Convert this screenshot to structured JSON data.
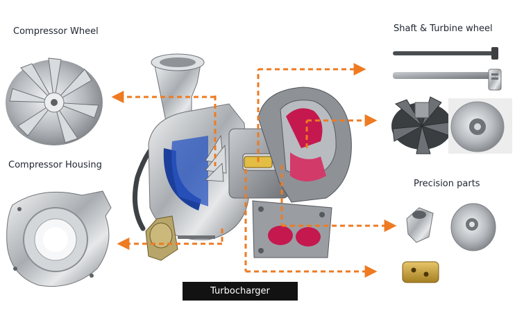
{
  "labels": {
    "compressor_wheel": "Compressor Wheel",
    "compressor_housing": "Compressor Housing",
    "shaft_turbine_wheel": "Shaft & Turbine wheel",
    "precision_parts": "Precision parts"
  },
  "caption": "Turbocharger",
  "colors": {
    "arrow": "#ee7a22",
    "caption_bg": "#121212",
    "housing_metal": "#b9bdc0",
    "compressor_inner": "#1c3f9c",
    "turbine_inner": "#c4184f",
    "wastegate_actuator": "#b7a56a"
  }
}
